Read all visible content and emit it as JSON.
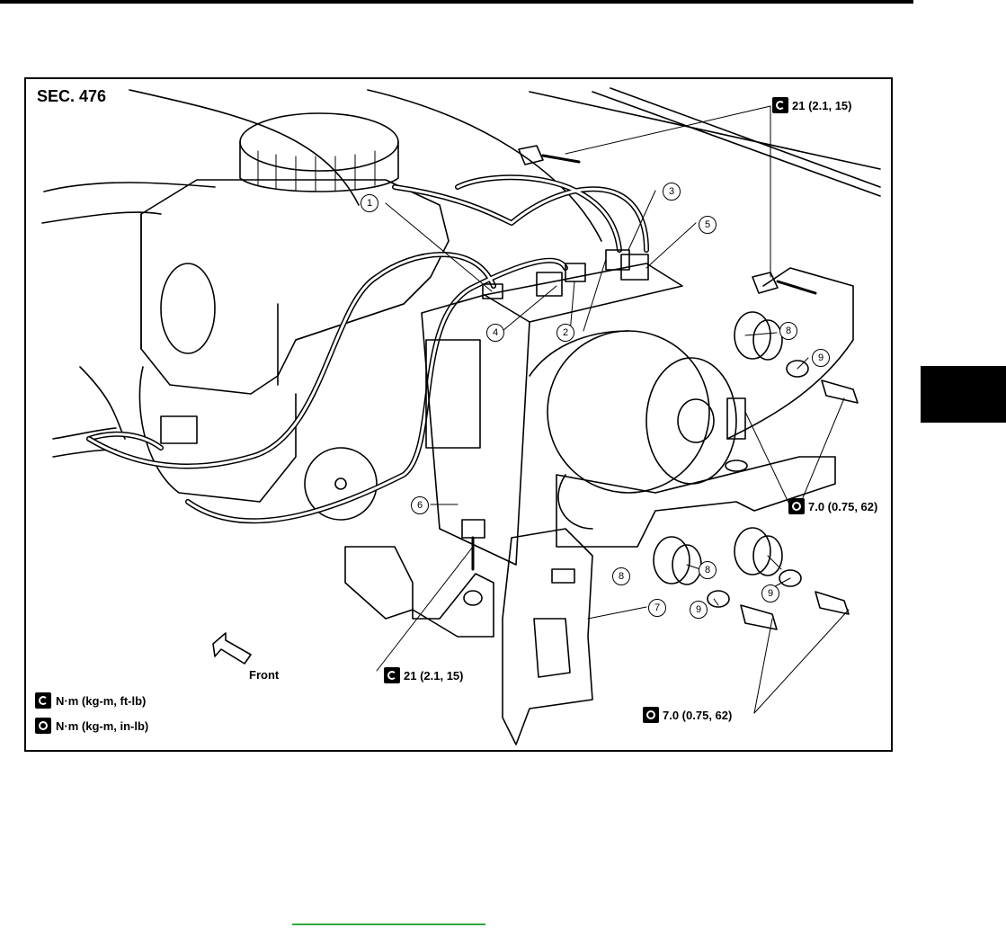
{
  "section": "SEC. 476",
  "torque_callouts": {
    "t21_top": "21 (2.1, 15)",
    "t21_bottom": "21 (2.1, 15)",
    "t70_right": "7.0 (0.75, 62)",
    "t70_bottom": "7.0 (0.75, 62)"
  },
  "front_label": "Front",
  "legend": {
    "ftlb": "N·m (kg-m, ft-lb)",
    "inlb": "N·m (kg-m, in-lb)"
  },
  "parts": [
    "1",
    "2",
    "3",
    "4",
    "5",
    "6",
    "7",
    "8",
    "8",
    "8",
    "9",
    "9",
    "9"
  ],
  "colors": {
    "link": "#2eaa3a",
    "ink": "#000000"
  }
}
